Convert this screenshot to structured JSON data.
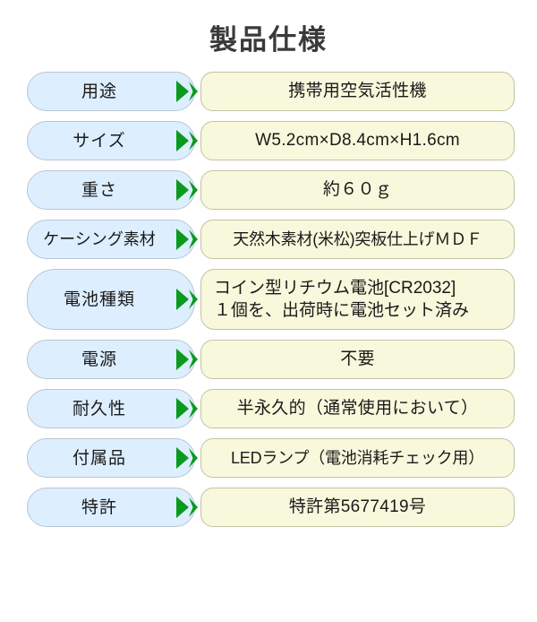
{
  "title": "製品仕様",
  "colors": {
    "label_fill": "#ddeeff",
    "label_border": "#b9c6d2",
    "value_fill": "#f8f8dc",
    "value_border": "#c3c3a2",
    "arrow": "#0a9a1e",
    "text": "#1a1a1a",
    "title_text": "#3a3a3a",
    "background": "#ffffff"
  },
  "arrow_icon": "double-chevron-right-icon",
  "rows": [
    {
      "label": "用途",
      "value": "携帯用空気活性機"
    },
    {
      "label": "サイズ",
      "value": "W5.2cm×D8.4cm×H1.6cm"
    },
    {
      "label": "重さ",
      "value": "約６０ｇ"
    },
    {
      "label": "ケーシング素材",
      "value": "天然木素材(米松)突板仕上げＭＤＦ"
    },
    {
      "label": "電池種類",
      "value": "コイン型リチウム電池[CR2032]\n１個を、出荷時に電池セット済み"
    },
    {
      "label": "電源",
      "value": "不要"
    },
    {
      "label": "耐久性",
      "value": "半永久的（通常使用において）"
    },
    {
      "label": "付属品",
      "value": "LEDランプ（電池消耗チェック用）"
    },
    {
      "label": "特許",
      "value": "特許第5677419号"
    }
  ]
}
